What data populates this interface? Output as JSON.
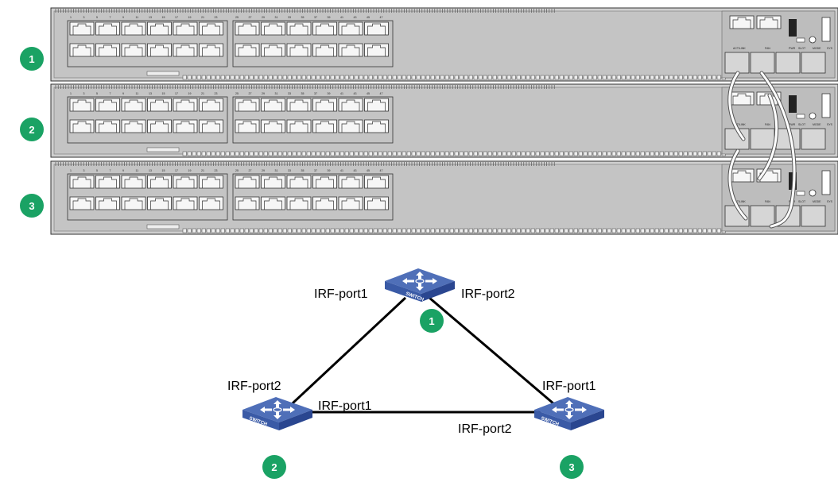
{
  "members": [
    {
      "id": "1",
      "badge": "1"
    },
    {
      "id": "2",
      "badge": "2"
    },
    {
      "id": "3",
      "badge": "3"
    }
  ],
  "device": {
    "switch_icon_label": "SWITCH",
    "port_labels_top": [
      "1",
      "3",
      "5",
      "7",
      "9",
      "11",
      "13",
      "15",
      "17",
      "19",
      "21",
      "23",
      "25",
      "27",
      "29",
      "31",
      "33",
      "35",
      "37",
      "39",
      "41",
      "43",
      "45",
      "47"
    ],
    "right_panel_labels": [
      "ACT/LINK",
      "FAN",
      "PWR",
      "SLOT",
      "MODE",
      "SYS"
    ]
  },
  "topology": {
    "links": [
      {
        "from": "1",
        "to": "2",
        "from_port": "IRF-port1",
        "to_port": "IRF-port2"
      },
      {
        "from": "1",
        "to": "3",
        "from_port": "IRF-port2",
        "to_port": "IRF-port1"
      },
      {
        "from": "2",
        "to": "3",
        "from_port": "IRF-port1",
        "to_port": "IRF-port2"
      }
    ]
  },
  "colors": {
    "badge": "#1aa264",
    "switch_top": "#4f6fb8",
    "switch_side": "#2f4c96",
    "chassis": "#c9c9c9",
    "cable": "#ffffff"
  }
}
